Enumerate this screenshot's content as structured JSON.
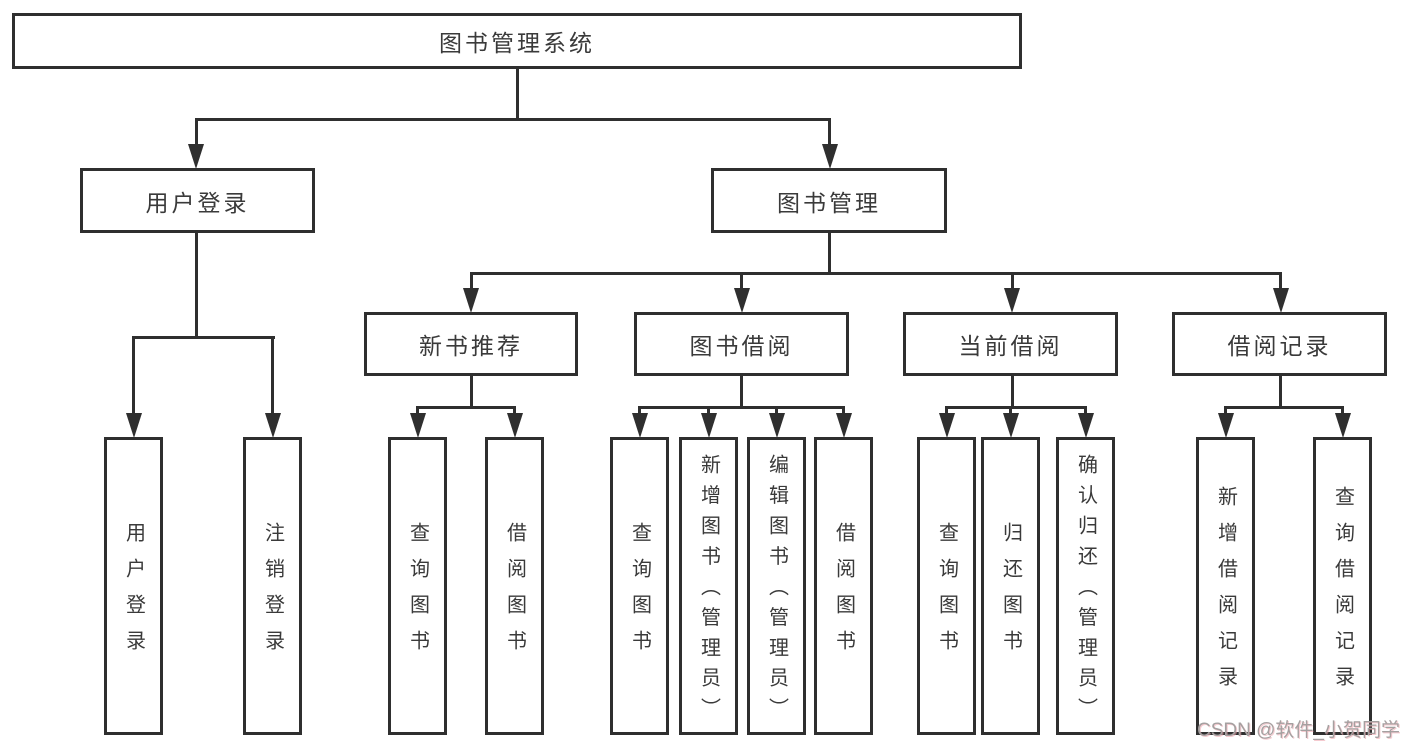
{
  "colors": {
    "line": "#2f2f2f",
    "text": "#3a3a3a",
    "watermark": "#a5a0a0"
  },
  "tree": {
    "root": {
      "label": "图书管理系统",
      "children": [
        {
          "label": "用户登录",
          "children": [
            {
              "label": "用户登录"
            },
            {
              "label": "注销登录"
            }
          ]
        },
        {
          "label": "图书管理",
          "children": [
            {
              "label": "新书推荐",
              "children": [
                {
                  "label": "查询图书"
                },
                {
                  "label": "借阅图书"
                }
              ]
            },
            {
              "label": "图书借阅",
              "children": [
                {
                  "label": "查询图书"
                },
                {
                  "label": "新增图书（管理员）"
                },
                {
                  "label": "编辑图书（管理员）"
                },
                {
                  "label": "借阅图书"
                }
              ]
            },
            {
              "label": "当前借阅",
              "children": [
                {
                  "label": "查询图书"
                },
                {
                  "label": "归还图书"
                },
                {
                  "label": "确认归还（管理员）"
                }
              ]
            },
            {
              "label": "借阅记录",
              "children": [
                {
                  "label": "新增借阅记录"
                },
                {
                  "label": "查询借阅记录"
                }
              ]
            }
          ]
        }
      ]
    }
  },
  "watermark": {
    "text": "CSDN @软件_小贺同学"
  }
}
